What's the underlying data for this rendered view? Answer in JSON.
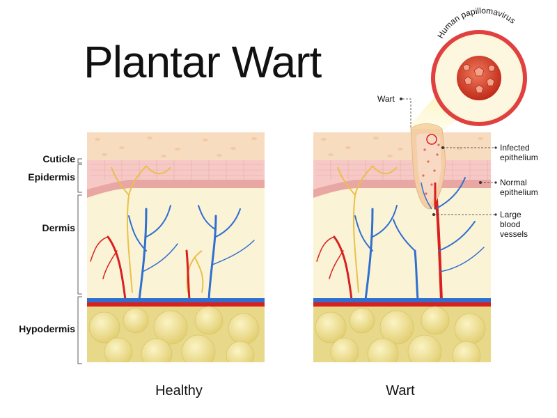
{
  "title": "Plantar Wart",
  "layers": {
    "cuticle": "Cuticle",
    "epidermis": "Epidermis",
    "dermis": "Dermis",
    "hypodermis": "Hypodermis"
  },
  "captions": {
    "healthy": "Healthy",
    "wart": "Wart"
  },
  "callouts": {
    "wart": "Wart",
    "infected_line1": "Infected",
    "infected_line2": "epithelium",
    "normal_line1": "Normal",
    "normal_line2": "epithelium",
    "vessels_line1": "Large",
    "vessels_line2": "blood",
    "vessels_line3": "vessels"
  },
  "virus_label": "Human papillomavirus",
  "colors": {
    "skin_top": "#f8dcc0",
    "epidermis": "#f6c9c6",
    "dermis": "#fbf3d6",
    "fat": "#e8d98a",
    "artery": "#d8201e",
    "vein": "#2f6fd0",
    "nerve": "#e9c04a",
    "virus_ring": "#e04040"
  }
}
